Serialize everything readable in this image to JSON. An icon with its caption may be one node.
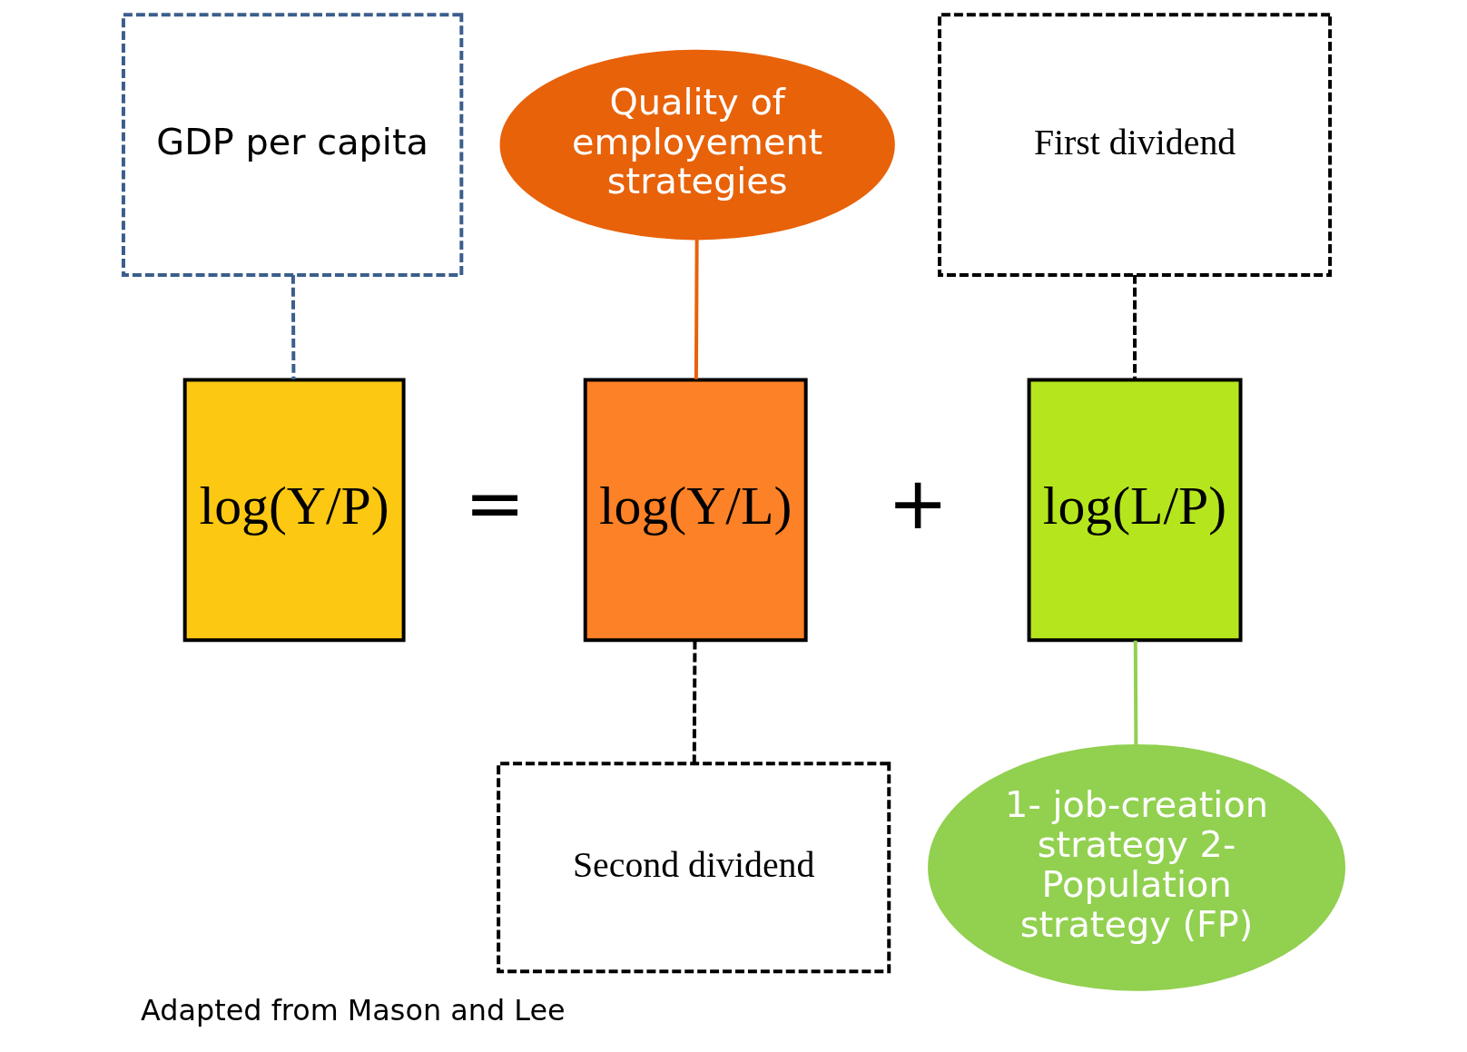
{
  "diagram": {
    "caption": "Adapted from Mason and Lee",
    "nodes": [
      {
        "text": [
          "GDP per capita"
        ]
      },
      {
        "text": [
          "Quality of employement strategies"
        ]
      },
      {
        "text": [
          "First dividend"
        ]
      },
      {
        "text": [
          "log(Y/P)"
        ]
      },
      {
        "text": [
          "log(Y/L)"
        ]
      },
      {
        "text": [
          "log(L/P)"
        ]
      },
      {
        "text": [
          "1- job-creation strategy 2- Population strategy (FP)"
        ]
      },
      {
        "text": [
          "Second dividend"
        ]
      }
    ],
    "edges": [
      {
        "from": 0,
        "to": 3,
        "arrow": "none",
        "style": "dashed",
        "color": "#3b5e8c"
      },
      {
        "from": 1,
        "to": 4,
        "arrow": "none",
        "color": "#e8620a"
      },
      {
        "from": 2,
        "to": 5,
        "arrow": "none",
        "style": "dashed"
      },
      {
        "from": 6,
        "to": 5,
        "arrow": "none",
        "color": "#92d050"
      },
      {
        "from": 4,
        "to": 7,
        "arrow": "none",
        "style": "dashed"
      }
    ],
    "labels": [
      "=",
      "+"
    ]
  }
}
